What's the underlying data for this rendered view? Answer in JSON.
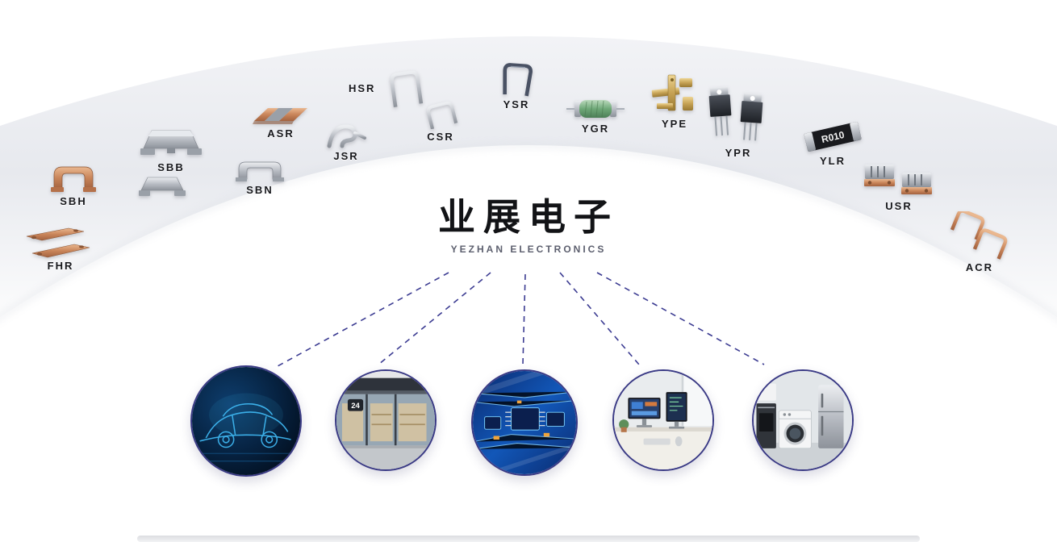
{
  "brand": {
    "title": "业展电子",
    "subtitle": "YEZHAN ELECTRONICS"
  },
  "products": [
    {
      "code": "FHR",
      "icon": "copper-strip-shunt"
    },
    {
      "code": "SBH",
      "icon": "copper-bridge-shunt"
    },
    {
      "code": "SBB",
      "icon": "smd-shunt"
    },
    {
      "code": "SBN",
      "icon": "bridge-shunt"
    },
    {
      "code": "ASR",
      "icon": "flat-alloy-shunt"
    },
    {
      "code": "JSR",
      "icon": "clip-shunt"
    },
    {
      "code": "HSR",
      "icon": "u-loop-shunt"
    },
    {
      "code": "CSR",
      "icon": "u-loop-shunt"
    },
    {
      "code": "YSR",
      "icon": "u-loop-shunt"
    },
    {
      "code": "YGR",
      "icon": "wirewound-resistor"
    },
    {
      "code": "YPE",
      "icon": "brass-fixture-resistor"
    },
    {
      "code": "YPR",
      "icon": "to220-power-resistor"
    },
    {
      "code": "YLR",
      "icon": "chip-resistor",
      "marking": "R010"
    },
    {
      "code": "USR",
      "icon": "laminated-busbar-shunt"
    },
    {
      "code": "ACR",
      "icon": "copper-hook-shunt"
    }
  ],
  "applications": [
    {
      "icon": "automotive-scene"
    },
    {
      "icon": "storefront-scene",
      "sign": "24"
    },
    {
      "icon": "circuit-board-scene"
    },
    {
      "icon": "computer-workstation-scene"
    },
    {
      "icon": "home-appliances-scene"
    }
  ],
  "colors": {
    "connector": "#3c3c92",
    "title": "#121316",
    "subtitle": "#5c5f6e",
    "band": "#e9ebf0"
  }
}
